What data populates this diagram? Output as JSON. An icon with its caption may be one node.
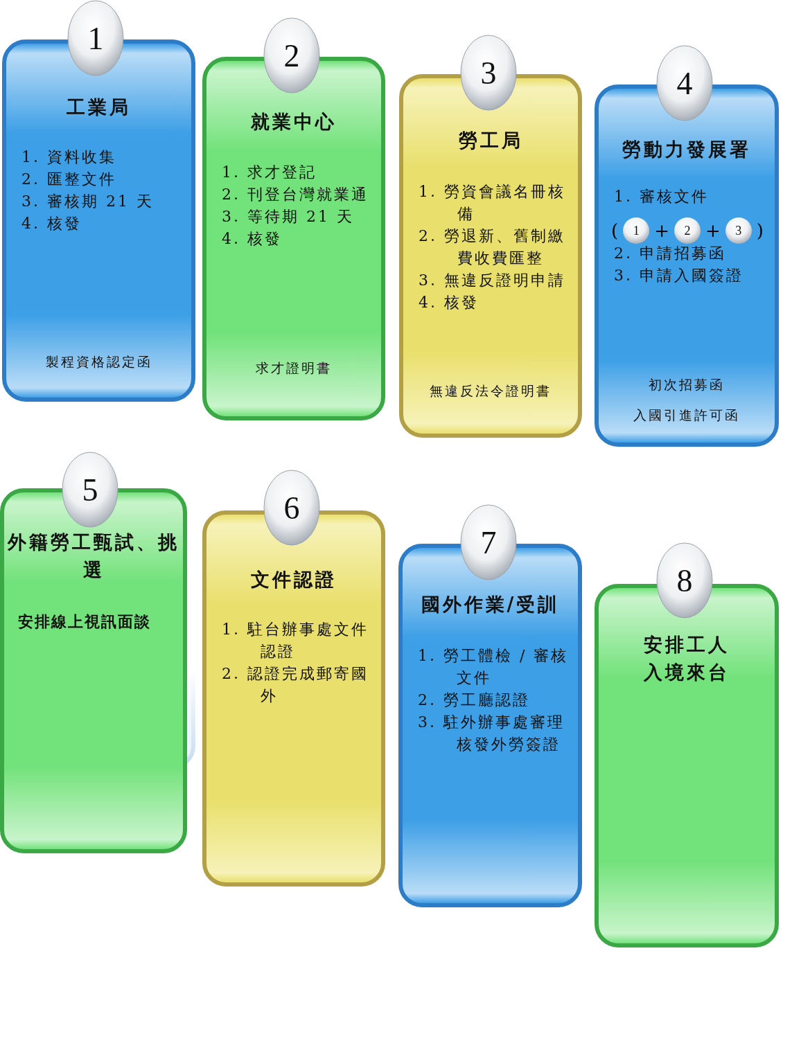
{
  "diagram": {
    "nodes": [
      {
        "text": [
          "1"
        ]
      },
      {
        "text": [
          "工業局",
          "1. 資料收集",
          "2. 匯整文件",
          "3. 審核期 21 天",
          "4. 核發",
          "製程資格認定函"
        ]
      },
      {
        "text": [
          "2"
        ]
      },
      {
        "text": [
          "就業中心",
          "1. 求才登記",
          "2. 刊登台灣就業通",
          "3. 等待期 21 天",
          "4. 核發",
          "求才證明書"
        ]
      },
      {
        "text": [
          "3"
        ]
      },
      {
        "text": [
          "勞工局",
          "1. 勞資會議名冊核備",
          "2. 勞退新、舊制繳費收費匯整",
          "3. 無違反證明申請",
          "4. 核發",
          "無違反法令證明書"
        ]
      },
      {
        "text": [
          "4"
        ]
      },
      {
        "text": [
          "勞動力發展署",
          "1. 審核文件",
          "2. 申請招募函",
          "3. 申請入國簽證",
          "初次招募函",
          "入國引進許可函"
        ]
      },
      {
        "text": [
          "1"
        ],
        "in": 7
      },
      {
        "text": [
          "2"
        ],
        "in": 7
      },
      {
        "text": [
          "3"
        ],
        "in": 7
      },
      {
        "text": [
          "5"
        ]
      },
      {
        "text": [
          "外籍勞工甄試、挑選",
          "安排線上視訊面談"
        ]
      },
      {
        "text": [
          "6"
        ]
      },
      {
        "text": [
          "文件認證",
          "1. 駐台辦事處文件認證",
          "2. 認證完成郵寄國外"
        ]
      },
      {
        "text": [
          "7"
        ]
      },
      {
        "text": [
          "國外作業/受訓",
          "1. 勞工體檢 / 審核文件",
          "2. 勞工廳認證",
          "3. 駐外辦事處審理核發外勞簽證"
        ]
      },
      {
        "text": [
          "8"
        ]
      },
      {
        "text": [
          "安排工人入境來台"
        ]
      }
    ],
    "labels": [
      "(",
      "+",
      "+",
      ")"
    ]
  }
}
